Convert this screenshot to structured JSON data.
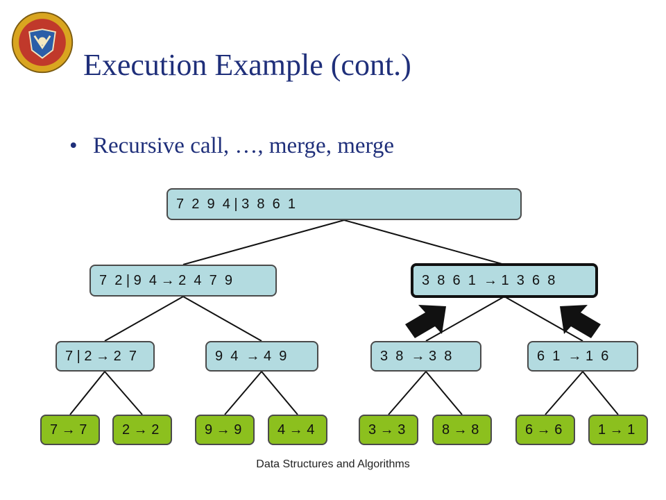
{
  "slide": {
    "title": "Execution Example (cont.)",
    "bullet_symbol": "•",
    "bullet_text": "Recursive call, …, merge, merge",
    "footer": "Data Structures and Algorithms"
  },
  "tree": {
    "root": "7  2  9  4 | 3  8  6  1",
    "level1": [
      "7  2 | 9  4 → 2  4  7  9",
      "3  8  6  1  → 1  3  6  8"
    ],
    "level2": [
      "7 | 2 → 2  7",
      "9  4  → 4  9",
      "3  8  → 3  8",
      "6  1  → 1  6"
    ],
    "leaves": [
      "7 → 7",
      "2 → 2",
      "9 → 9",
      "4 → 4",
      "3 → 3",
      "8 → 8",
      "6 → 6",
      "1 → 1"
    ],
    "active_node": "3  8  6  1  → 1  3  6  8"
  },
  "colors": {
    "title": "#1f2f7a",
    "node_blue": "#b3dbe0",
    "node_green": "#8cc01e",
    "edge": "#111111"
  },
  "icons": [
    "university-seal-logo",
    "merge-arrow-icon"
  ]
}
